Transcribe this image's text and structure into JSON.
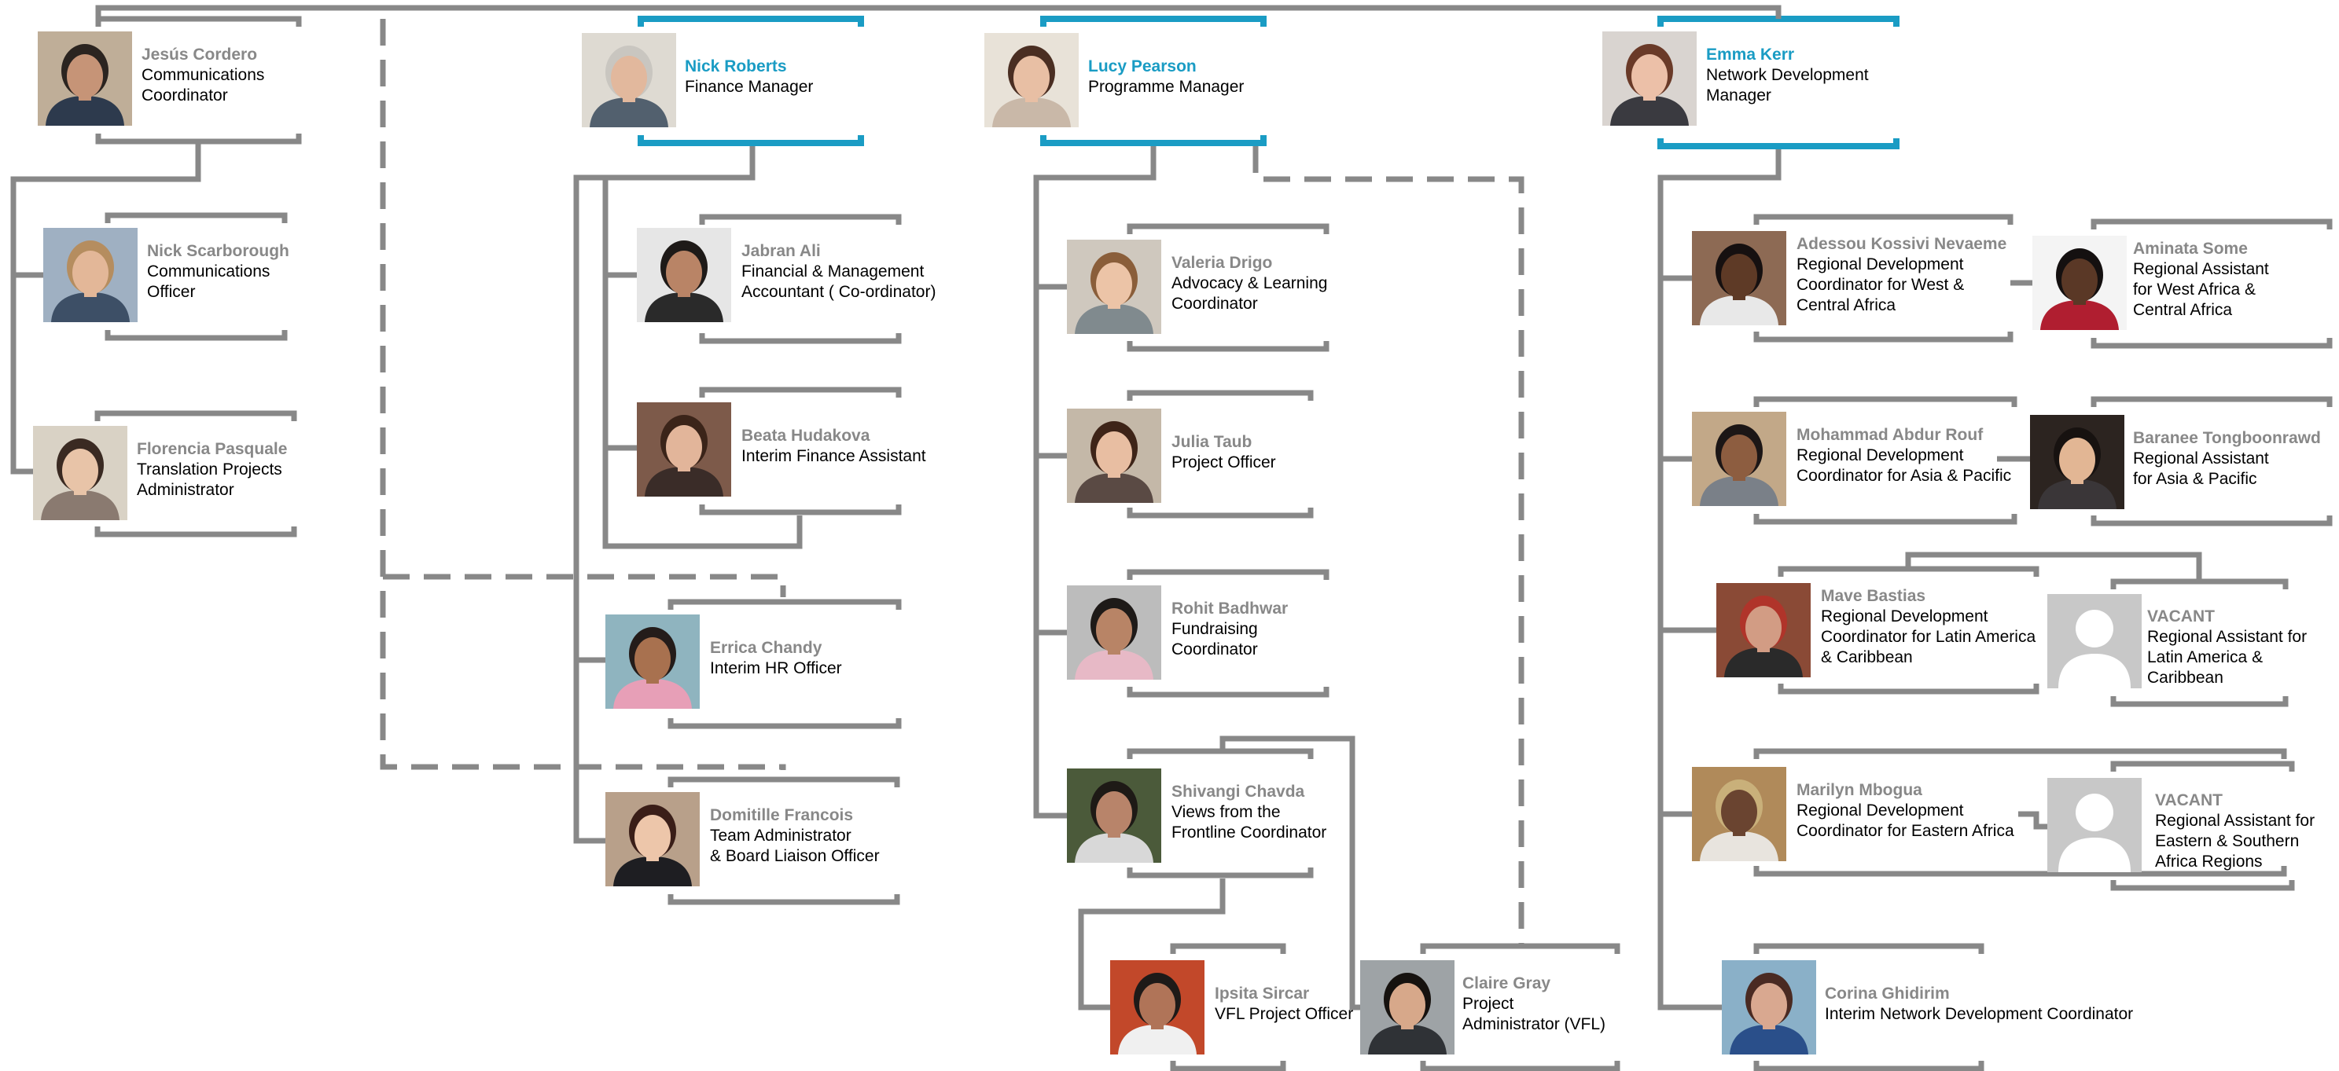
{
  "colors": {
    "connector": "#888888",
    "lead_frame": "#1a9cc4",
    "lead_name": "#1a9cc4",
    "staff_name": "#888888",
    "vacant_silhouette": "#c8c8c8"
  },
  "people": [
    {
      "key": "jesus",
      "name": "Jesús Cordero",
      "role": [
        "Communications",
        "Coordinator"
      ]
    },
    {
      "key": "nickscar",
      "name": "Nick Scarborough",
      "role": [
        "Communications",
        "Officer"
      ]
    },
    {
      "key": "florencia",
      "name": "Florencia Pasquale",
      "role": [
        "Translation Projects",
        "Administrator"
      ]
    },
    {
      "key": "nickrob",
      "name": "Nick Roberts",
      "role": [
        "Finance Manager"
      ]
    },
    {
      "key": "jabran",
      "name": "Jabran Ali",
      "role": [
        "Financial & Management",
        "Accountant ( Co-ordinator)"
      ]
    },
    {
      "key": "beata",
      "name": "Beata Hudakova",
      "role": [
        "Interim Finance Assistant"
      ]
    },
    {
      "key": "errica",
      "name": "Errica Chandy",
      "role": [
        "Interim HR Officer"
      ]
    },
    {
      "key": "domitille",
      "name": "Domitille Francois",
      "role": [
        "Team Administrator",
        "& Board Liaison Officer"
      ]
    },
    {
      "key": "lucy",
      "name": "Lucy Pearson",
      "role": [
        "Programme Manager"
      ]
    },
    {
      "key": "valeria",
      "name": "Valeria Drigo",
      "role": [
        "Advocacy & Learning",
        "Coordinator"
      ]
    },
    {
      "key": "julia",
      "name": "Julia Taub",
      "role": [
        "Project Officer"
      ]
    },
    {
      "key": "rohit",
      "name": "Rohit Badhwar",
      "role": [
        "Fundraising",
        "Coordinator"
      ]
    },
    {
      "key": "shivangi",
      "name": "Shivangi Chavda",
      "role": [
        "Views from the",
        "Frontline Coordinator"
      ]
    },
    {
      "key": "ipsita",
      "name": "Ipsita Sircar",
      "role": [
        "VFL Project Officer"
      ]
    },
    {
      "key": "claire",
      "name": "Claire Gray",
      "role": [
        "Project",
        "Administrator (VFL)"
      ]
    },
    {
      "key": "emma",
      "name": "Emma Kerr",
      "role": [
        "Network Development",
        "Manager"
      ]
    },
    {
      "key": "adessou",
      "name": "Adessou Kossivi Nevaeme",
      "role": [
        "Regional Development",
        "Coordinator for West &",
        "Central Africa"
      ]
    },
    {
      "key": "aminata",
      "name": "Aminata Some",
      "role": [
        "Regional Assistant",
        "for West Africa &",
        "Central Africa"
      ]
    },
    {
      "key": "mohammad",
      "name": "Mohammad Abdur Rouf",
      "role": [
        "Regional Development",
        "Coordinator for Asia & Pacific"
      ]
    },
    {
      "key": "baranee",
      "name": "Baranee Tongboonrawd",
      "role": [
        "Regional Assistant",
        "for Asia & Pacific"
      ]
    },
    {
      "key": "mave",
      "name": "Mave Bastias",
      "role": [
        "Regional Development",
        "Coordinator for Latin America",
        "& Caribbean"
      ]
    },
    {
      "key": "vacant1",
      "name": "VACANT",
      "role": [
        "Regional Assistant for",
        "Latin America &",
        "Caribbean"
      ]
    },
    {
      "key": "marilyn",
      "name": "Marilyn Mbogua",
      "role": [
        "Regional Development",
        "Coordinator for Eastern Africa"
      ]
    },
    {
      "key": "vacant2",
      "name": "VACANT",
      "role": [
        "Regional Assistant for",
        "Eastern & Southern",
        "Africa Regions"
      ]
    },
    {
      "key": "corina",
      "name": "Corina Ghidirim",
      "role": [
        "Interim Network Development Coordinator"
      ]
    }
  ]
}
